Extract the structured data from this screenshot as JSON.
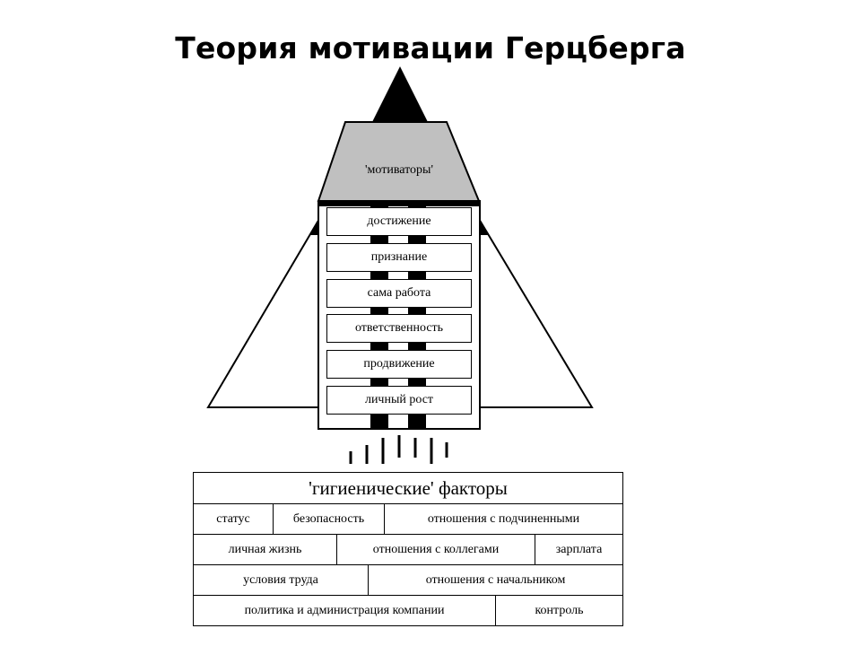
{
  "title": "Теория мотивации Герцберга",
  "motivators": {
    "label": "'мотиваторы'",
    "items": [
      "достижение",
      "признание",
      "сама работа",
      "ответственность",
      "продвижение",
      "личный рост"
    ]
  },
  "hygiene": {
    "title": "'гигиенические' факторы",
    "rows": [
      [
        "статус",
        "безопасность",
        "отношения с подчиненными"
      ],
      [
        "личная жизнь",
        "отношения с коллегами",
        "зарплата"
      ],
      [
        "условия труда",
        "отношения с начальником"
      ],
      [
        "политика и администрация компании",
        "контроль"
      ]
    ]
  },
  "colors": {
    "cap_fill": "#c0c0c0",
    "line": "#000000",
    "background": "#ffffff"
  }
}
